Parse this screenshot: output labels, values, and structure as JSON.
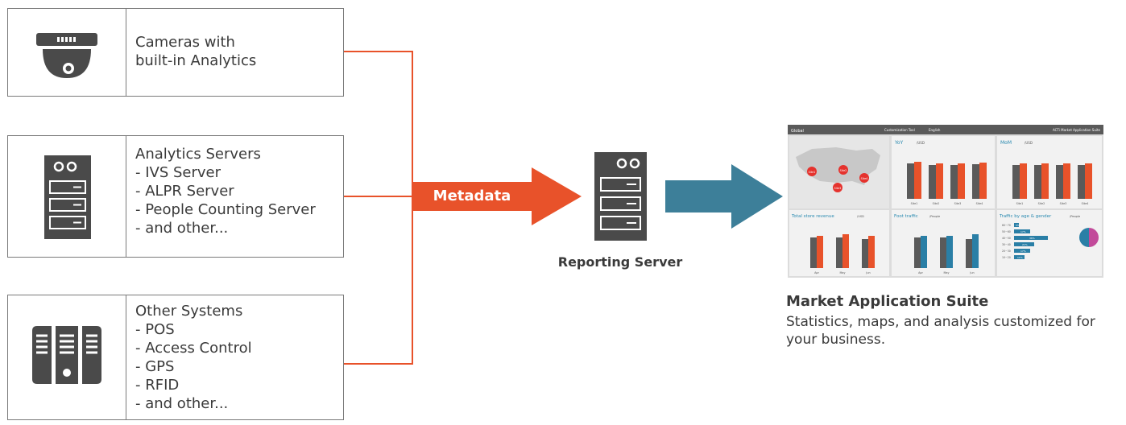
{
  "sources": {
    "cameras": {
      "lines": [
        "Cameras with",
        "built-in Analytics"
      ],
      "icon": "dome-camera-icon"
    },
    "analytics": {
      "lines": [
        "Analytics Servers",
        "- IVS Server",
        "- ALPR Server",
        "- People Counting Server",
        "- and other..."
      ],
      "icon": "server-icon"
    },
    "other": {
      "lines": [
        "Other Systems",
        "- POS",
        "- Access Control",
        "- GPS",
        "- RFID",
        "- and other..."
      ],
      "icon": "server-rack-icon"
    }
  },
  "flow": {
    "label": "Metadata",
    "arrow_color": "#e8522a",
    "output_arrow_color": "#3d7f99"
  },
  "reporting": {
    "label": "Reporting Server",
    "icon": "server-icon"
  },
  "suite": {
    "title": "Market Application Suite",
    "description": "Statistics, maps, and analysis customized for your business.",
    "dashboard": {
      "topbar": {
        "left": "Global",
        "center": "Customization Tool",
        "lang": "English",
        "right": "ACTi Market Application Suite"
      },
      "panels": {
        "yoy": {
          "title": "YoY",
          "unit": "/USD",
          "categories": [
            "Site1",
            "Site2",
            "Site3",
            "Site4"
          ]
        },
        "mom": {
          "title": "MoM",
          "unit": "/USD",
          "categories": [
            "Site1",
            "Site2",
            "Site3",
            "Site4"
          ]
        },
        "revenue": {
          "title": "Total store revenue",
          "unit": "/USD",
          "categories": [
            "Apr",
            "May",
            "Jun"
          ]
        },
        "foot": {
          "title": "Foot traffic",
          "unit": "/People",
          "categories": [
            "Apr",
            "May",
            "Jun"
          ]
        },
        "age": {
          "title": "Traffic by age & gender",
          "unit": "/People",
          "rows": [
            "60~70",
            "50~60",
            "40~50",
            "30~40",
            "20~30",
            "10~20"
          ],
          "labels": [
            "5%",
            "17%",
            "36%",
            "21%",
            "17%",
            "11%"
          ]
        }
      },
      "map_sites": [
        "Site1",
        "Site2",
        "Site3",
        "Site4"
      ]
    }
  },
  "colors": {
    "icon_dark": "#4a4a4a",
    "text": "#3a3a3a",
    "border": "#7a7a7a"
  }
}
